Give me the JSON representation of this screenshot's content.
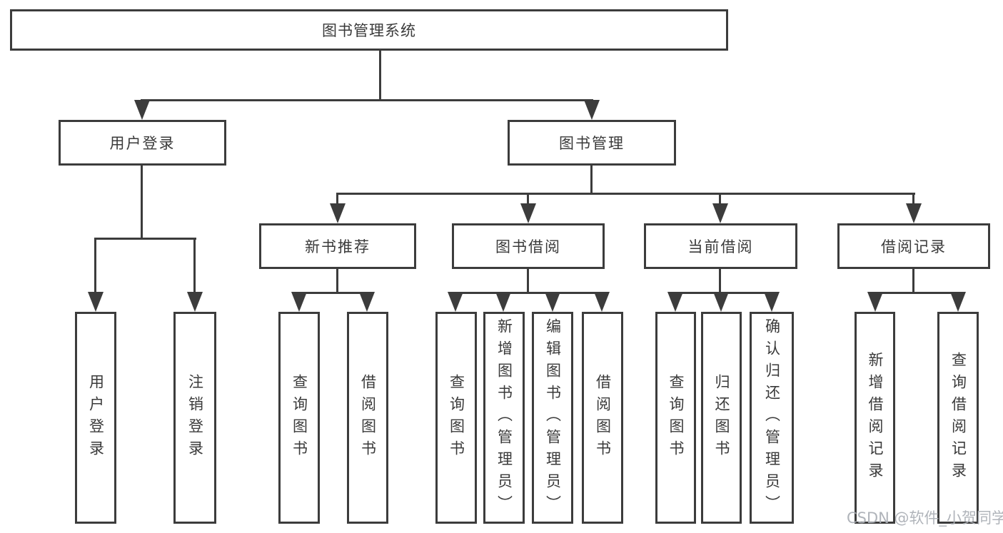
{
  "diagram": {
    "title": "图书管理系统",
    "level2": {
      "user_login": "用户登录",
      "book_management": "图书管理"
    },
    "level3": {
      "new_book_recommend": "新书推荐",
      "book_borrow": "图书借阅",
      "current_borrow": "当前借阅",
      "borrow_records": "借阅记录"
    },
    "leaves": {
      "user_login": {
        "login": "用户登录",
        "logout": "注销登录"
      },
      "new_book_recommend": {
        "query": "查询图书",
        "borrow": "借阅图书"
      },
      "book_borrow": {
        "query": "查询图书",
        "add": "新增图书（管理员）",
        "edit": "编辑图书（管理员）",
        "borrow": "借阅图书"
      },
      "current_borrow": {
        "query": "查询图书",
        "return_book": "归还图书",
        "confirm_return": "确认归还（管理员）"
      },
      "borrow_records": {
        "add": "新增借阅记录",
        "query": "查询借阅记录"
      }
    },
    "watermark": "CSDN @软件_小贺同学",
    "colors": {
      "line": "#3c3c3c",
      "text": "#3a3a3a",
      "box_bg": "#ffffff",
      "watermark": "#acb0b6"
    }
  }
}
